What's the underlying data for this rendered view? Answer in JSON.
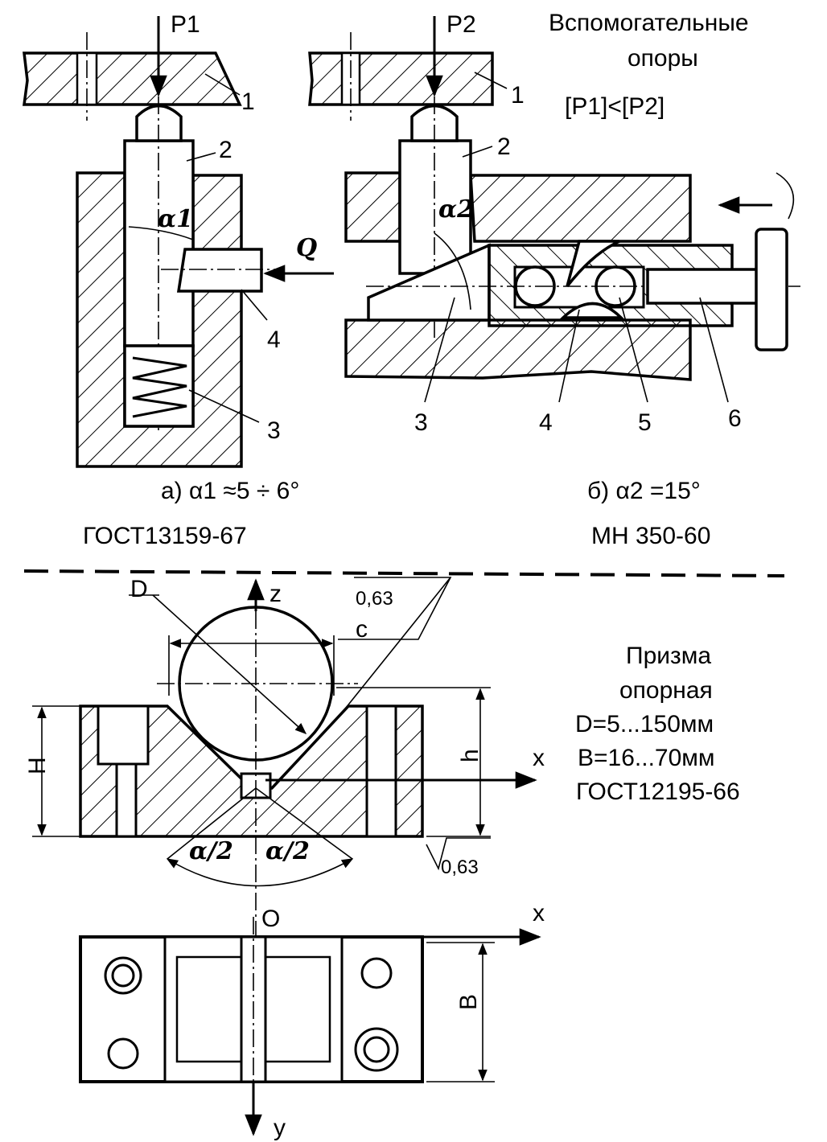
{
  "header": {
    "title_line1": "Вспомогательные",
    "title_line2": "опоры",
    "relation": "[P1]<[P2]"
  },
  "fig_a": {
    "force": "P1",
    "lateral_force": "Q",
    "angle": "α1",
    "parts": [
      "1",
      "2",
      "3",
      "4"
    ],
    "caption": "а) α1 ≈5 ÷ 6°",
    "standard": "ГОСТ13159-67"
  },
  "fig_b": {
    "force": "P2",
    "angle": "α2",
    "parts": [
      "1",
      "2",
      "3",
      "4",
      "5",
      "6"
    ],
    "caption": "б) α2 =15°",
    "standard": "МН 350-60"
  },
  "prism": {
    "title_line1": "Призма",
    "title_line2": "опорная",
    "spec_d": "D=5...150мм",
    "spec_b": "B=16...70мм",
    "standard": "ГОСТ12195-66",
    "labels": {
      "D": "D",
      "z": "z",
      "c": "c",
      "roughness_top": "0,63",
      "roughness_bottom": "0,63",
      "H": "H",
      "h": "h",
      "x_front": "x",
      "angle_left": "α/2",
      "angle_right": "α/2",
      "origin": "O",
      "x_plan": "x",
      "y": "y",
      "B": "B"
    }
  }
}
